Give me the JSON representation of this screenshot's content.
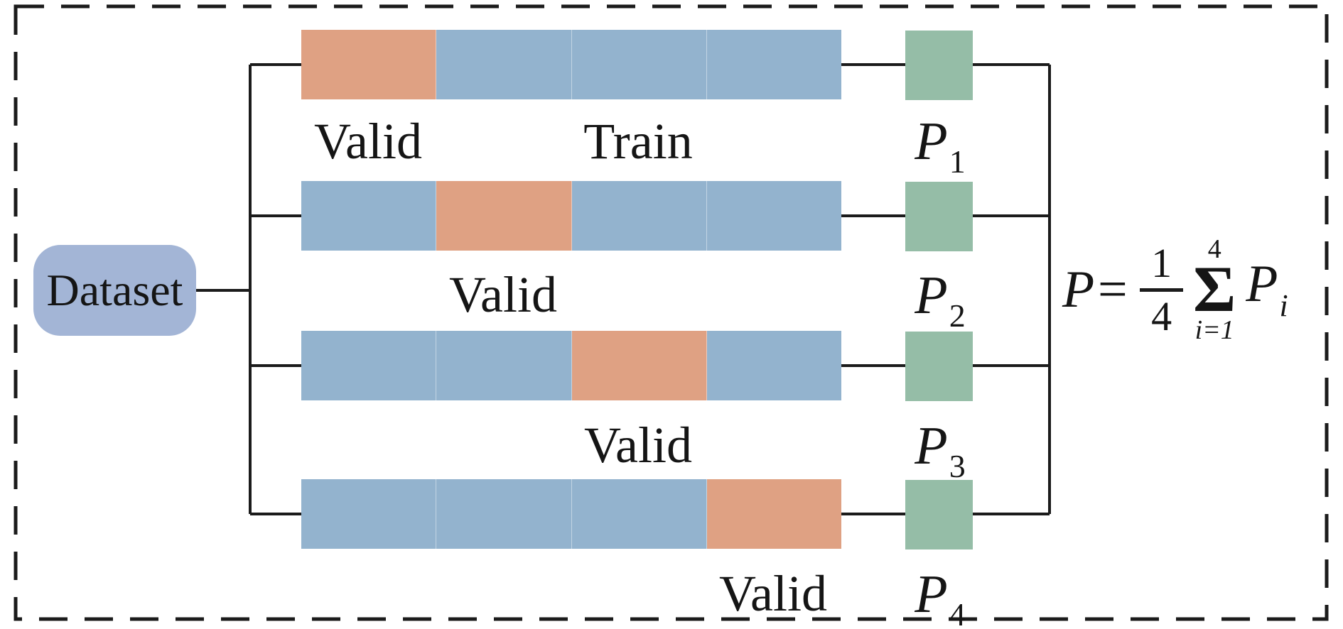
{
  "diagram": {
    "dataset_label": "Dataset",
    "rows": [
      {
        "segments": [
          "valid",
          "train",
          "train",
          "train"
        ],
        "valid_label": "Valid",
        "train_label": "Train",
        "p_base": "P",
        "p_sub": "1"
      },
      {
        "segments": [
          "train",
          "valid",
          "train",
          "train"
        ],
        "valid_label": "Valid",
        "p_base": "P",
        "p_sub": "2"
      },
      {
        "segments": [
          "train",
          "train",
          "valid",
          "train"
        ],
        "valid_label": "Valid",
        "p_base": "P",
        "p_sub": "3"
      },
      {
        "segments": [
          "train",
          "train",
          "train",
          "valid"
        ],
        "valid_label": "Valid",
        "p_base": "P",
        "p_sub": "4"
      }
    ],
    "formula": {
      "lhs": "P=",
      "numerator": "1",
      "denominator": "4",
      "sum_symbol": "Σ",
      "sum_upper": "4",
      "sum_lower": "i=1",
      "term_base": "P",
      "term_sub": "i"
    },
    "colors": {
      "valid": "#dfa183",
      "train": "#93b3ce",
      "result": "#95bda7",
      "dataset": "#a3b5d6",
      "line": "#1b1b1b"
    }
  }
}
